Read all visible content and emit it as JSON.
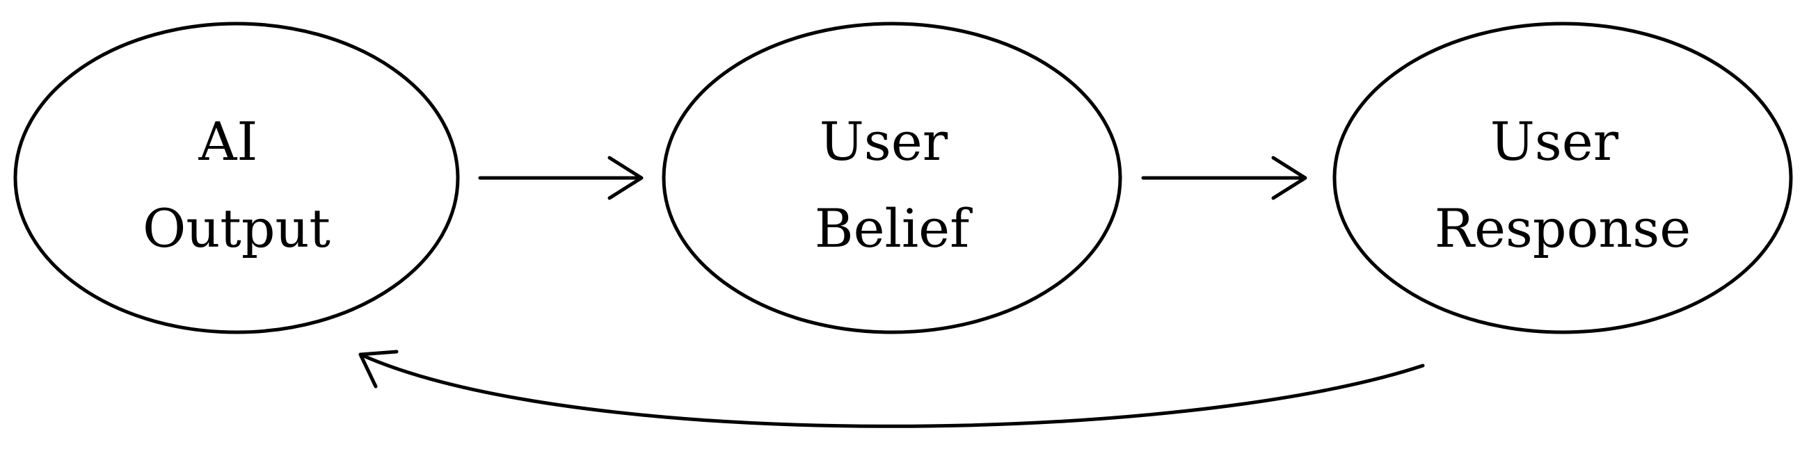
{
  "diagram": {
    "nodes": [
      {
        "id": "ai-output",
        "line1": "AI",
        "line2": "Output"
      },
      {
        "id": "user-belief",
        "line1": "User",
        "line2": "Belief"
      },
      {
        "id": "user-response",
        "line1": "User",
        "line2": "Response"
      }
    ],
    "edges": [
      {
        "from": "ai-output",
        "to": "user-belief"
      },
      {
        "from": "user-belief",
        "to": "user-response"
      },
      {
        "from": "user-response",
        "to": "ai-output"
      }
    ],
    "colors": {
      "stroke": "#000000",
      "fill": "#ffffff",
      "text": "#000000"
    }
  }
}
